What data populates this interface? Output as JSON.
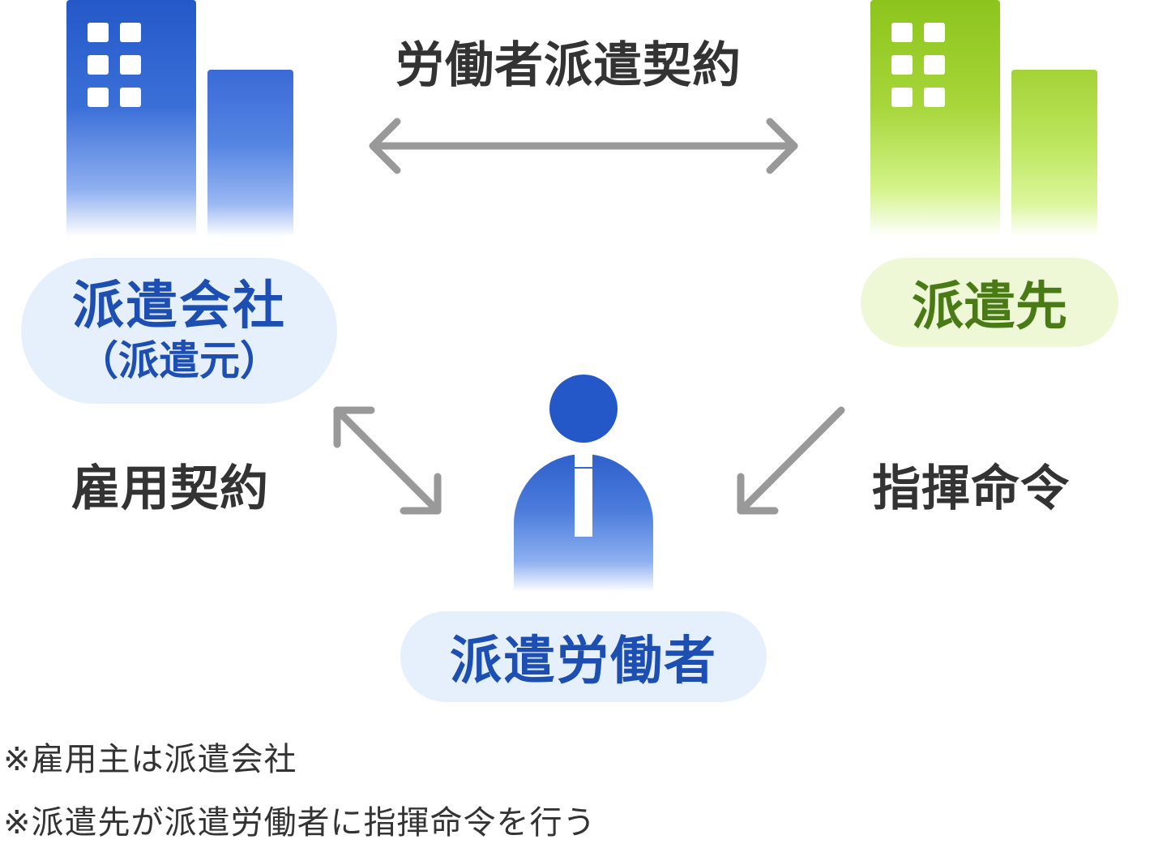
{
  "top_label": "労働者派遣契約",
  "dispatch_company": {
    "name": "派遣会社",
    "sub": "（派遣元）"
  },
  "client_company": {
    "name": "派遣先"
  },
  "worker": {
    "name": "派遣労働者"
  },
  "employment_label": "雇用契約",
  "command_label": "指揮命令",
  "notes": [
    "※雇用主は派遣会社",
    "※派遣先が派遣労働者に指揮命令を行う"
  ],
  "colors": {
    "blue": "#2458c8",
    "green": "#8cc41c",
    "arrow": "#999999"
  },
  "icons": [
    "building-icon",
    "person-icon",
    "double-arrow-icon",
    "arrow-icon"
  ]
}
